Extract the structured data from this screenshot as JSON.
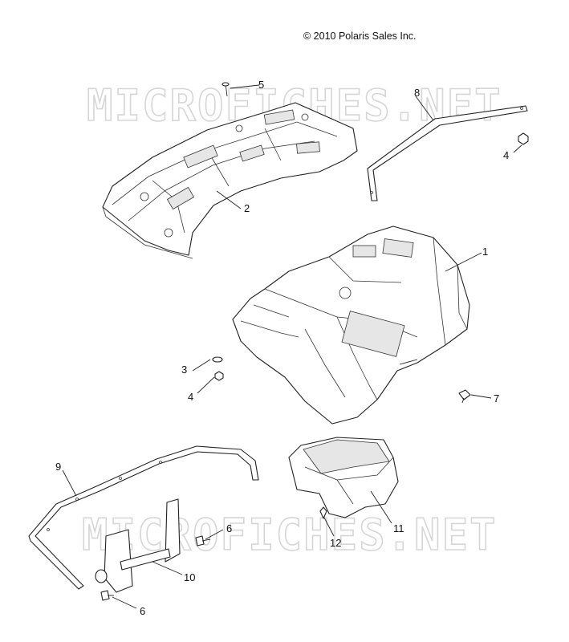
{
  "copyright": "© 2010 Polaris Sales Inc.",
  "watermark": "MICROFICHES.NET",
  "callouts": [
    "1",
    "2",
    "3",
    "4",
    "4",
    "5",
    "6",
    "6",
    "7",
    "8",
    "9",
    "10",
    "11",
    "12"
  ]
}
